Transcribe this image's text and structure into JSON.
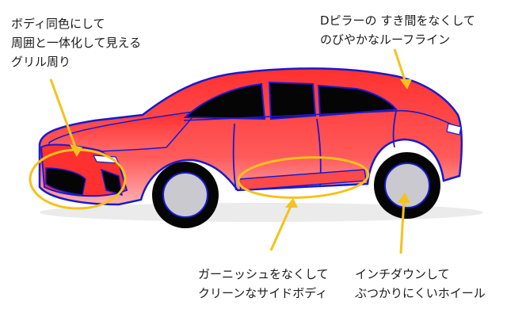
{
  "annotations": {
    "grille": {
      "lines": [
        "ボディ同色にして",
        "周囲と一体化して見える",
        "グリル周り"
      ]
    },
    "roofline": {
      "lines": [
        "Dピラーの すき間をなくして",
        "のびやかなルーフライン"
      ]
    },
    "side_body": {
      "lines": [
        "ガーニッシュをなくして",
        "クリーンなサイドボディ"
      ]
    },
    "wheel": {
      "lines": [
        "インチダウンして",
        "ぶつかりにくいホイール"
      ]
    }
  },
  "colors": {
    "body_top": "#ff3b3b",
    "body_bottom": "#ff9a9a",
    "outline": "#1a1acc",
    "tire": "#050505",
    "wheel": "#c9c9cf",
    "highlight": "#f5c21b",
    "glass": "#050505"
  },
  "icons": {
    "pointer": "arrow-icon",
    "highlight": "ellipse-outline"
  }
}
